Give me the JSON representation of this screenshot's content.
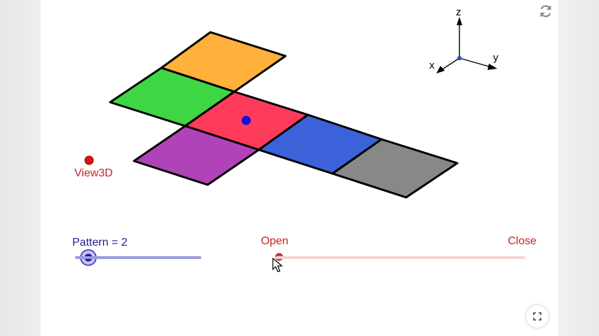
{
  "view3d_label": "View3D",
  "pattern_slider": {
    "label": "Pattern = 2",
    "value": 2,
    "color": "#2b2bb0"
  },
  "open_close_slider": {
    "open_label": "Open",
    "close_label": "Close",
    "value": 0,
    "color": "#d42b2b"
  },
  "axes": {
    "x": "x",
    "y": "y",
    "z": "z"
  },
  "faces": [
    {
      "name": "face-orange",
      "color": "#ffb13b"
    },
    {
      "name": "face-green",
      "color": "#3fd644"
    },
    {
      "name": "face-red",
      "color": "#ff3b5c"
    },
    {
      "name": "face-purple",
      "color": "#b043b8"
    },
    {
      "name": "face-blue",
      "color": "#3b62d8"
    },
    {
      "name": "face-gray",
      "color": "#888888"
    }
  ],
  "icons": {
    "refresh": "refresh-icon",
    "fullscreen": "fullscreen-icon",
    "cursor": "mouse-pointer-icon"
  }
}
